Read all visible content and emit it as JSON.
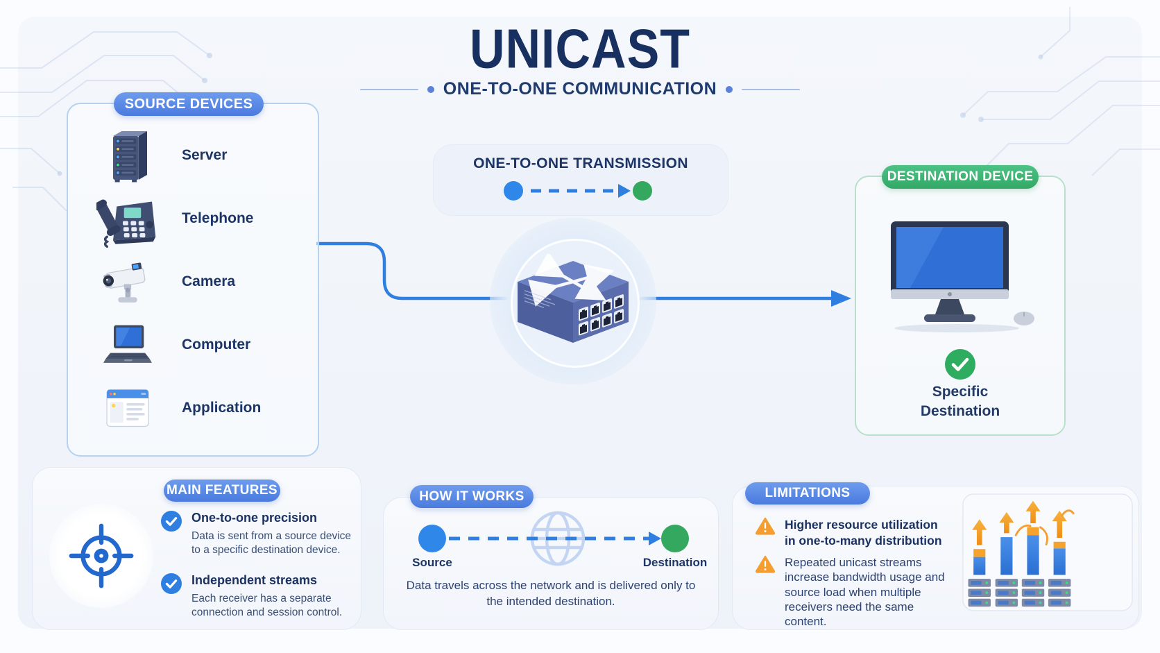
{
  "header": {
    "title": "UNICAST",
    "subtitle": "ONE-TO-ONE COMMUNICATION"
  },
  "source_panel": {
    "badge": "SOURCE DEVICES",
    "devices": [
      {
        "icon": "server-icon",
        "label": "Server"
      },
      {
        "icon": "telephone-icon",
        "label": "Telephone"
      },
      {
        "icon": "camera-icon",
        "label": "Camera"
      },
      {
        "icon": "computer-icon",
        "label": "Computer"
      },
      {
        "icon": "application-icon",
        "label": "Application"
      }
    ]
  },
  "transmission": {
    "title": "ONE-TO-ONE TRANSMISSION"
  },
  "destination_panel": {
    "badge": "DESTINATION DEVICE",
    "caption": "Specific Destination"
  },
  "main_features": {
    "badge": "MAIN FEATURES",
    "items": [
      {
        "title": "One-to-one precision",
        "description": "Data is sent from a source device to a specific destination device."
      },
      {
        "title": "Independent streams",
        "description": "Each receiver has a separate connection and session control."
      }
    ]
  },
  "how_it_works": {
    "badge": "HOW IT WORKS",
    "source_label": "Source",
    "destination_label": "Destination",
    "description": "Data travels across the network and is delivered only to the intended destination."
  },
  "limitations": {
    "badge": "LIMITATIONS",
    "items": [
      {
        "text": "Higher resource utilization in one-to-many distribution"
      },
      {
        "text": "Repeated unicast streams increase bandwidth usage and source load when multiple receivers need the same content."
      }
    ]
  },
  "colors": {
    "accent_blue": "#2f7fe0",
    "navy_text": "#1d3566",
    "title_navy": "#18305f",
    "badge_blue": "#4f82e8",
    "badge_green": "#3cb873",
    "source_dot": "#2f87ea",
    "destination_dot": "#34a85e",
    "warning_orange": "#f59d2f",
    "check_green": "#2eac5f"
  }
}
